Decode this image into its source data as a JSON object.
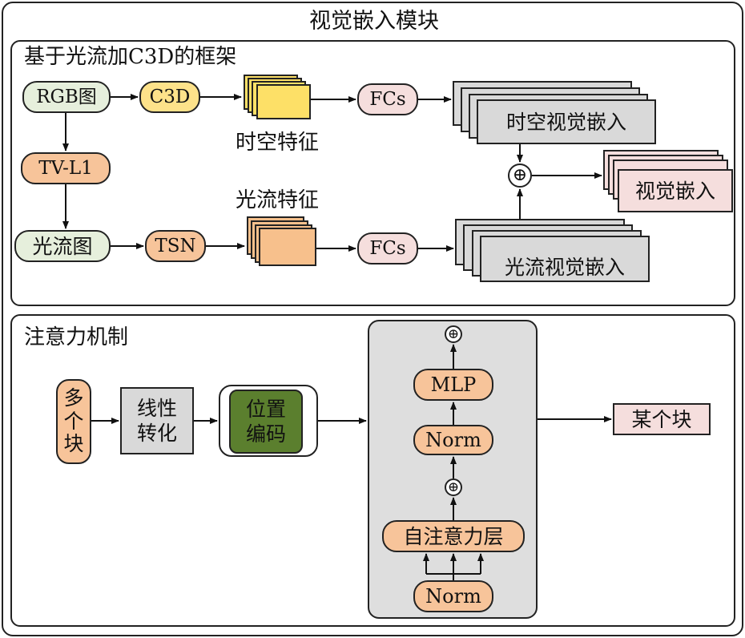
{
  "outer_title": "视觉嵌入模块",
  "top_panel": {
    "title": "基于光流加C3D的框架",
    "rgb_image": "RGB图",
    "c3d": "C3D",
    "spatiotemporal_feature": "时空特征",
    "fcs_top": "FCs",
    "spatiotemporal_embedding": "时空视觉嵌入",
    "tvl1": "TV-L1",
    "optical_flow_image": "光流图",
    "tsn": "TSN",
    "optical_flow_feature": "光流特征",
    "fcs_bottom": "FCs",
    "optical_flow_embedding": "光流视觉嵌入",
    "sum_symbol": "⊕",
    "visual_embedding": "视觉嵌入"
  },
  "bottom_panel": {
    "title": "注意力机制",
    "multi_block": [
      "多",
      "个",
      "块"
    ],
    "linear_transform": [
      "线性",
      "转化"
    ],
    "position_encoding": [
      "位置",
      "编码"
    ],
    "transformer": {
      "top_sum": "⊕",
      "mlp": "MLP",
      "norm_upper": "Norm",
      "mid_sum": "⊕",
      "self_attention": "自注意力层",
      "norm_lower": "Norm"
    },
    "output_block": "某个块"
  },
  "colors": {
    "rgb_fill": "#e6efdc",
    "c3d_fill": "#fde28a",
    "orange_fill": "#f7c49a",
    "fcs_fill": "#f5dedd",
    "gray_fill": "#d9d9d9",
    "pink_fill": "#f5dedd",
    "green_fill": "#5b7f2e",
    "yellow_feature": "#fde067",
    "orange_feature": "#f7c08c"
  }
}
